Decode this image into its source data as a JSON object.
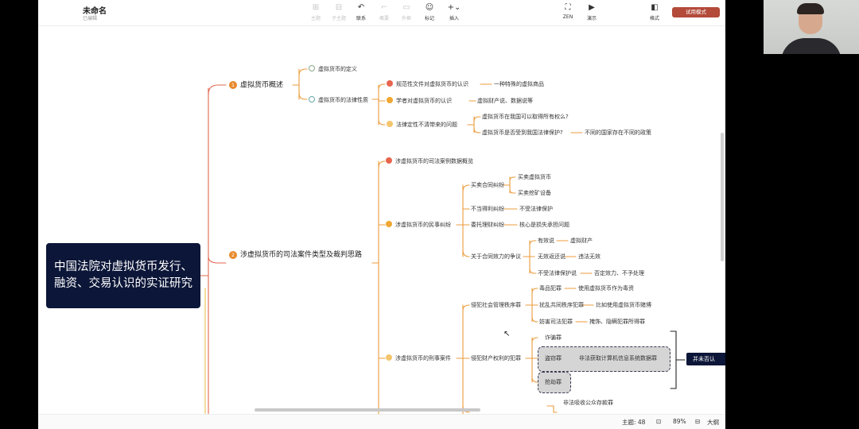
{
  "app": {
    "title": "未命名",
    "status": "已编辑",
    "trial_label": "试用模式"
  },
  "toolbar": {
    "left": [
      {
        "key": "topic",
        "label": "主题",
        "icon": "⊞",
        "dim": true
      },
      {
        "key": "subtopic",
        "label": "子主题",
        "icon": "⊟",
        "dim": true
      },
      {
        "key": "relation",
        "label": "联系",
        "icon": "↶",
        "dim": false
      },
      {
        "key": "summary",
        "label": "概要",
        "icon": "⌐",
        "dim": true
      },
      {
        "key": "outline",
        "label": "外框",
        "icon": "▭",
        "dim": true
      },
      {
        "key": "marker",
        "label": "标记",
        "icon": "☺",
        "dim": false
      },
      {
        "key": "insert",
        "label": "插入",
        "icon": "+⌄",
        "dim": false
      }
    ],
    "right": [
      {
        "key": "zen",
        "label": "ZEN",
        "icon": "⛶"
      },
      {
        "key": "present",
        "label": "演示",
        "icon": "▶"
      },
      {
        "key": "format",
        "label": "格式",
        "icon": "◧"
      }
    ]
  },
  "mindmap": {
    "root": "中国法院对虚拟货币发行、融资、交易认识的实证研究",
    "nodes": {
      "b1": "虚拟货币概述",
      "b1_1": "虚拟货币的定义",
      "b1_2": "虚拟货币的法律性质",
      "b1_2_1": "规范性文件对虚拟货币的认识",
      "b1_2_1a": "一种特殊的虚拟商品",
      "b1_2_2": "学者对虚拟货币的认识",
      "b1_2_2a": "虚拟财产说、数据说等",
      "b1_2_3": "法律定性不清带来的问题",
      "b1_2_3_1": "虚拟货币在我国可以取得所有权么?",
      "b1_2_3_2": "虚拟货币是否受到我国法律保护?",
      "b1_2_3_2a": "不同的国家存在不同的政策",
      "b2": "涉虚拟货币的司法案件类型及裁判思路",
      "b2_1": "涉虚拟货币的司法案例数据概览",
      "b2_2": "涉虚拟货币的民事纠纷",
      "c1": "买卖合同纠纷",
      "c1a": "买卖虚拟货币",
      "c1b": "买卖挖矿设备",
      "c2": "不当得利纠纷",
      "c2a": "不受法律保护",
      "c3": "委托理财纠纷",
      "c3a": "核心是损失承担问题",
      "c4": "关于合同效力的争议",
      "c4_1": "有效说",
      "c4_1a": "虚拟财产",
      "c4_2": "无效返还说",
      "c4_2a": "违法无效",
      "c4_3": "不受法律保护说",
      "c4_3a": "否定效力、不予处理",
      "b2_3": "涉虚拟货币的刑事案件",
      "d1": "侵犯社会管理秩序罪",
      "d1_1": "毒品犯罪",
      "d1_1a": "使用虚拟货币作为毒资",
      "d1_2": "扰乱共同秩序犯罪",
      "d1_2a": "比如使用虚拟货币赌博",
      "d1_3": "妨害司法犯罪",
      "d1_3a": "掩饰、隐瞒犯罪所得罪",
      "d2": "侵犯财产权利的犯罪",
      "d2_1": "诈骗罪",
      "d2_2": "盗窃罪",
      "d2_2a": "非法获取计算机信息系统数据罪",
      "d2_3": "抢劫罪",
      "d3": "非法吸收公众存款罪",
      "note": "并未否认"
    }
  },
  "statusbar": {
    "topics": "主题: 48",
    "zoom": "89%",
    "outline": "大纲"
  },
  "colors": {
    "branch": "#e2674f",
    "sub": "#ec9b3c",
    "root_bg": "#0c1638",
    "trial": "#b34a3a"
  }
}
